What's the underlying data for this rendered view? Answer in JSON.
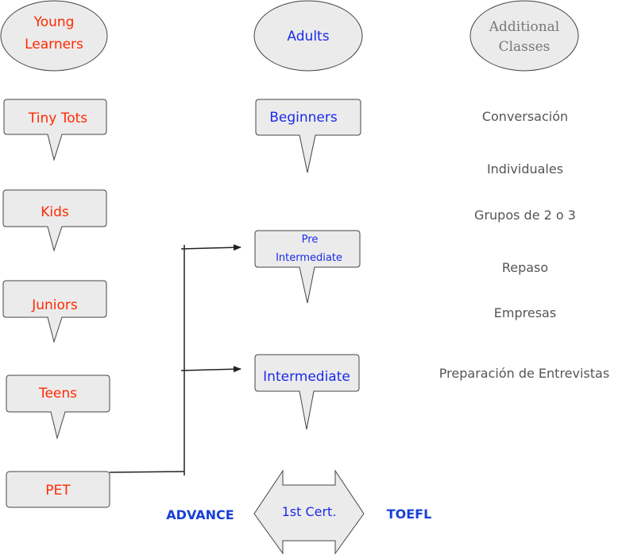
{
  "colors": {
    "red_text": "#ff2a00",
    "blue_text": "#1a2be8",
    "gray_text": "#555555",
    "bold_blue": "#1a3fd6",
    "box_fill": "#ebebeb",
    "box_stroke": "#444444",
    "line": "#222222"
  },
  "young_learners": {
    "header_line1": "Young",
    "header_line2": "Learners",
    "items": [
      "Tiny Tots",
      "Kids",
      "Juniors",
      "Teens",
      "PET"
    ]
  },
  "adults": {
    "header": "Adults",
    "beginners": "Beginners",
    "pre_intermediate_line1": "Pre",
    "pre_intermediate_line2": "Intermediate",
    "intermediate": "Intermediate",
    "first_cert": "1st Cert.",
    "advance": "ADVANCE",
    "toefl": "TOEFL"
  },
  "additional": {
    "header_line1": "Additional",
    "header_line2": "Classes",
    "items": [
      "Conversación",
      "Individuales",
      "Grupos de 2 o 3",
      "Repaso",
      "Empresas",
      "Preparación de Entrevistas"
    ]
  }
}
